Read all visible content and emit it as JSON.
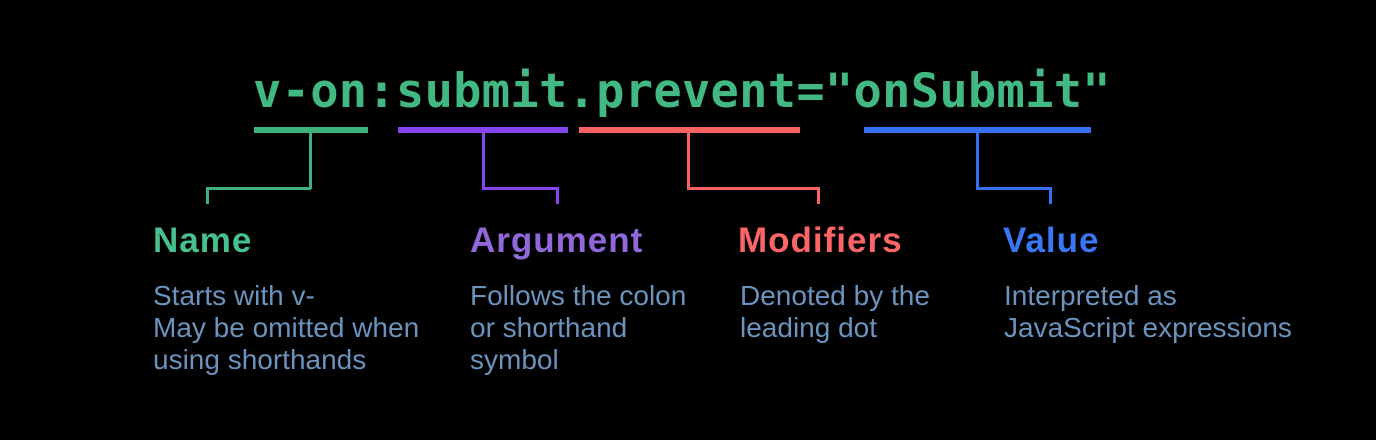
{
  "background_color": "#000000",
  "description_color": "#6b93bd",
  "code": {
    "text": "v-on:submit.prevent=\"onSubmit\"",
    "color": "#42b883"
  },
  "groups": [
    {
      "id": "name",
      "token": "v-on",
      "label": "Name",
      "underline_color": "#3eb27e",
      "label_color": "#46c08c",
      "lines": [
        "Starts with v-",
        "May be omitted when",
        "using shorthands"
      ]
    },
    {
      "id": "argument",
      "token": "submit",
      "label": "Argument",
      "underline_color": "#8546f0",
      "label_color": "#9168d9",
      "lines": [
        "Follows the colon",
        "or shorthand",
        "symbol"
      ]
    },
    {
      "id": "modifiers",
      "token": ".prevent",
      "label": "Modifiers",
      "underline_color": "#fb6262",
      "label_color": "#fb6565",
      "lines": [
        "Denoted by the",
        "leading dot"
      ]
    },
    {
      "id": "value",
      "token": "onSubmit",
      "label": "Value",
      "underline_color": "#3472f2",
      "label_color": "#3b76f5",
      "lines": [
        "Interpreted as",
        "JavaScript expressions"
      ]
    }
  ]
}
